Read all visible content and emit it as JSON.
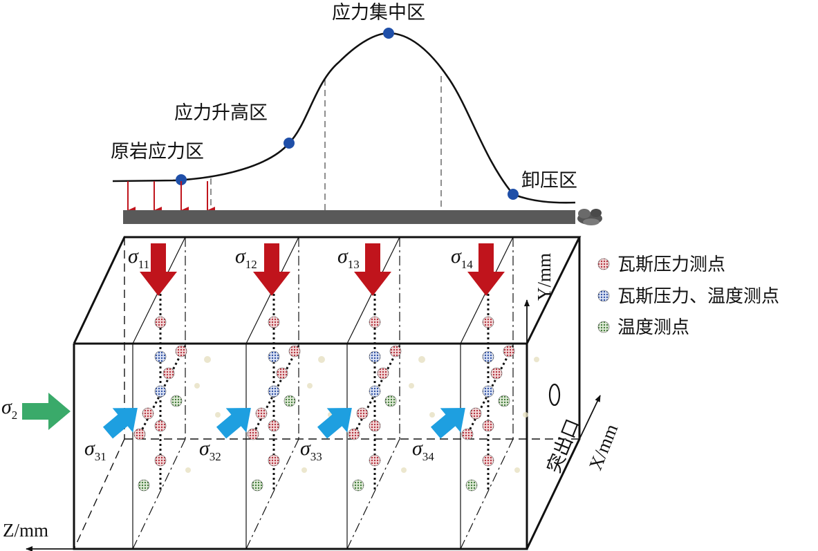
{
  "stress_curve": {
    "zones": {
      "original": "原岩应力区",
      "rising": "应力升高区",
      "concentration": "应力集中区",
      "relief": "卸压区"
    }
  },
  "stress_labels": {
    "vertical": [
      {
        "base": "σ",
        "sub": "11"
      },
      {
        "base": "σ",
        "sub": "12"
      },
      {
        "base": "σ",
        "sub": "13"
      },
      {
        "base": "σ",
        "sub": "14"
      }
    ],
    "lateral": {
      "base": "σ",
      "sub": "2"
    },
    "horizontal": [
      {
        "base": "σ",
        "sub": "31"
      },
      {
        "base": "σ",
        "sub": "32"
      },
      {
        "base": "σ",
        "sub": "33"
      },
      {
        "base": "σ",
        "sub": "34"
      }
    ]
  },
  "legend": {
    "gas_pressure": "瓦斯压力测点",
    "gas_pressure_temp": "瓦斯压力、温度测点",
    "temperature": "温度测点"
  },
  "axes": {
    "y": "Y/mm",
    "x": "X/mm",
    "z": "Z/mm"
  },
  "outlet": "突出口",
  "colors": {
    "gas_point": "#c0505a",
    "both_point": "#3a5fb0",
    "temp_point": "#4f8a4a",
    "vertical_arrow": "#c0141c",
    "lateral_arrow": "#3aaa6a",
    "horizontal_arrow": "#1e9fe0",
    "curve_dot": "#1f4fa8",
    "plate": "#595959"
  }
}
